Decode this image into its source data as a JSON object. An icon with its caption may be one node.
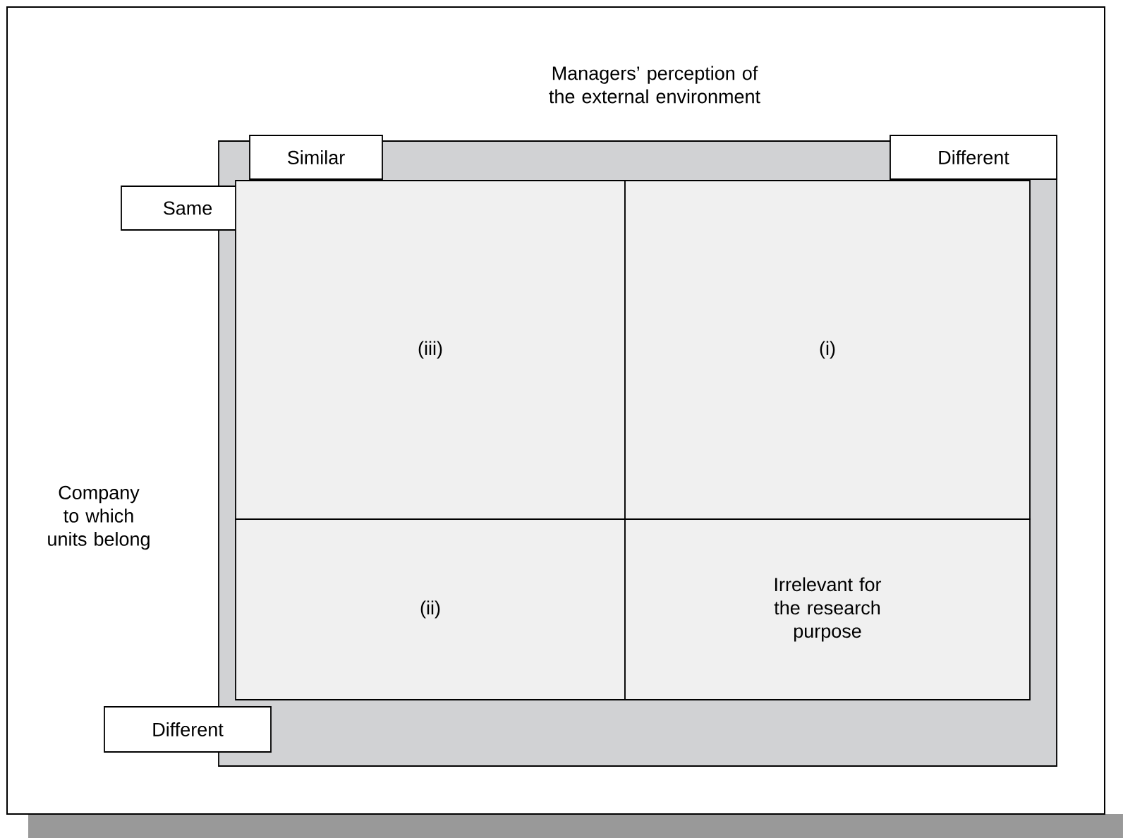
{
  "diagram": {
    "title": "Managers’ perception of the external environment",
    "nodes": [
      {
        "text": [],
        "shape": "box"
      },
      {
        "text": [
          "Similar"
        ]
      },
      {
        "text": [
          "Different"
        ]
      },
      {
        "text": [
          "Same"
        ]
      },
      {
        "text": [
          "Different"
        ]
      },
      {
        "text": [
          "(iii)"
        ],
        "in": 0
      },
      {
        "text": [
          "(i)"
        ],
        "in": 0
      },
      {
        "text": [
          "(ii)"
        ],
        "in": 0
      },
      {
        "text": [
          "Irrelevant for the research purpose"
        ],
        "in": 0
      }
    ],
    "edges": [],
    "labels": [
      "Company to which units belong"
    ]
  }
}
